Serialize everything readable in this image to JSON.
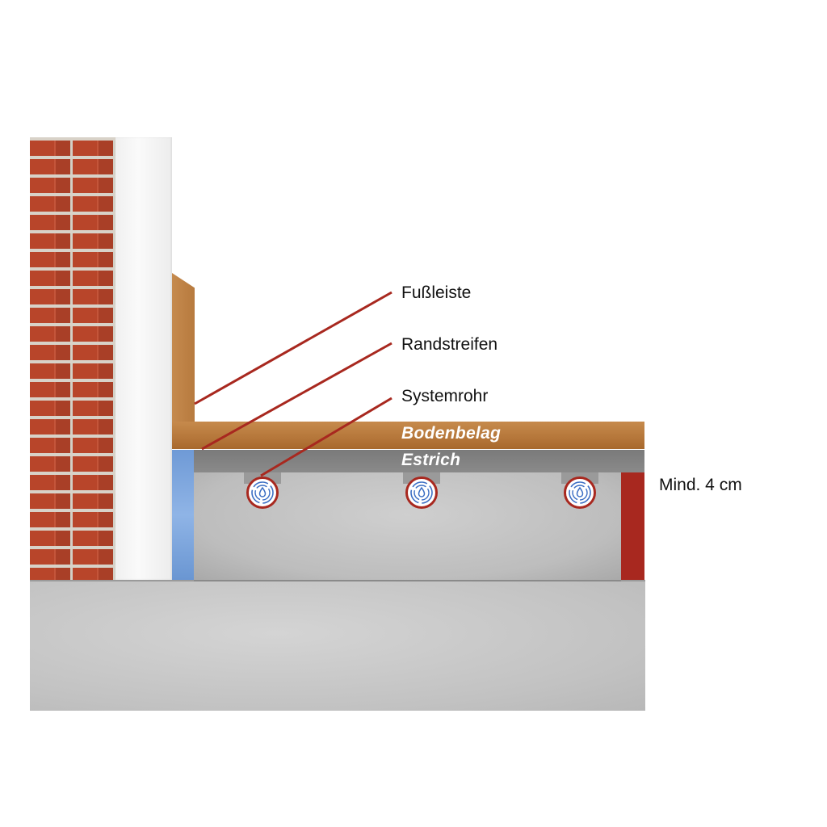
{
  "callouts": {
    "fussleiste": "Fußleiste",
    "randstreifen": "Randstreifen",
    "systemrohr": "Systemrohr"
  },
  "layers": {
    "bodenbelag": "Bodenbelag",
    "estrich": "Estrich"
  },
  "dimension": {
    "label": "Mind. 4 cm"
  },
  "colors": {
    "leader_line": "#a8281f",
    "dimension_bar": "#a8281f",
    "edge_strip": "#7aa3dc",
    "floor_wood": "#b87a3d",
    "brick": "#b8452a"
  },
  "pipes": [
    {
      "icon": "water-circulation-icon"
    },
    {
      "icon": "water-circulation-icon"
    },
    {
      "icon": "water-circulation-icon"
    }
  ]
}
